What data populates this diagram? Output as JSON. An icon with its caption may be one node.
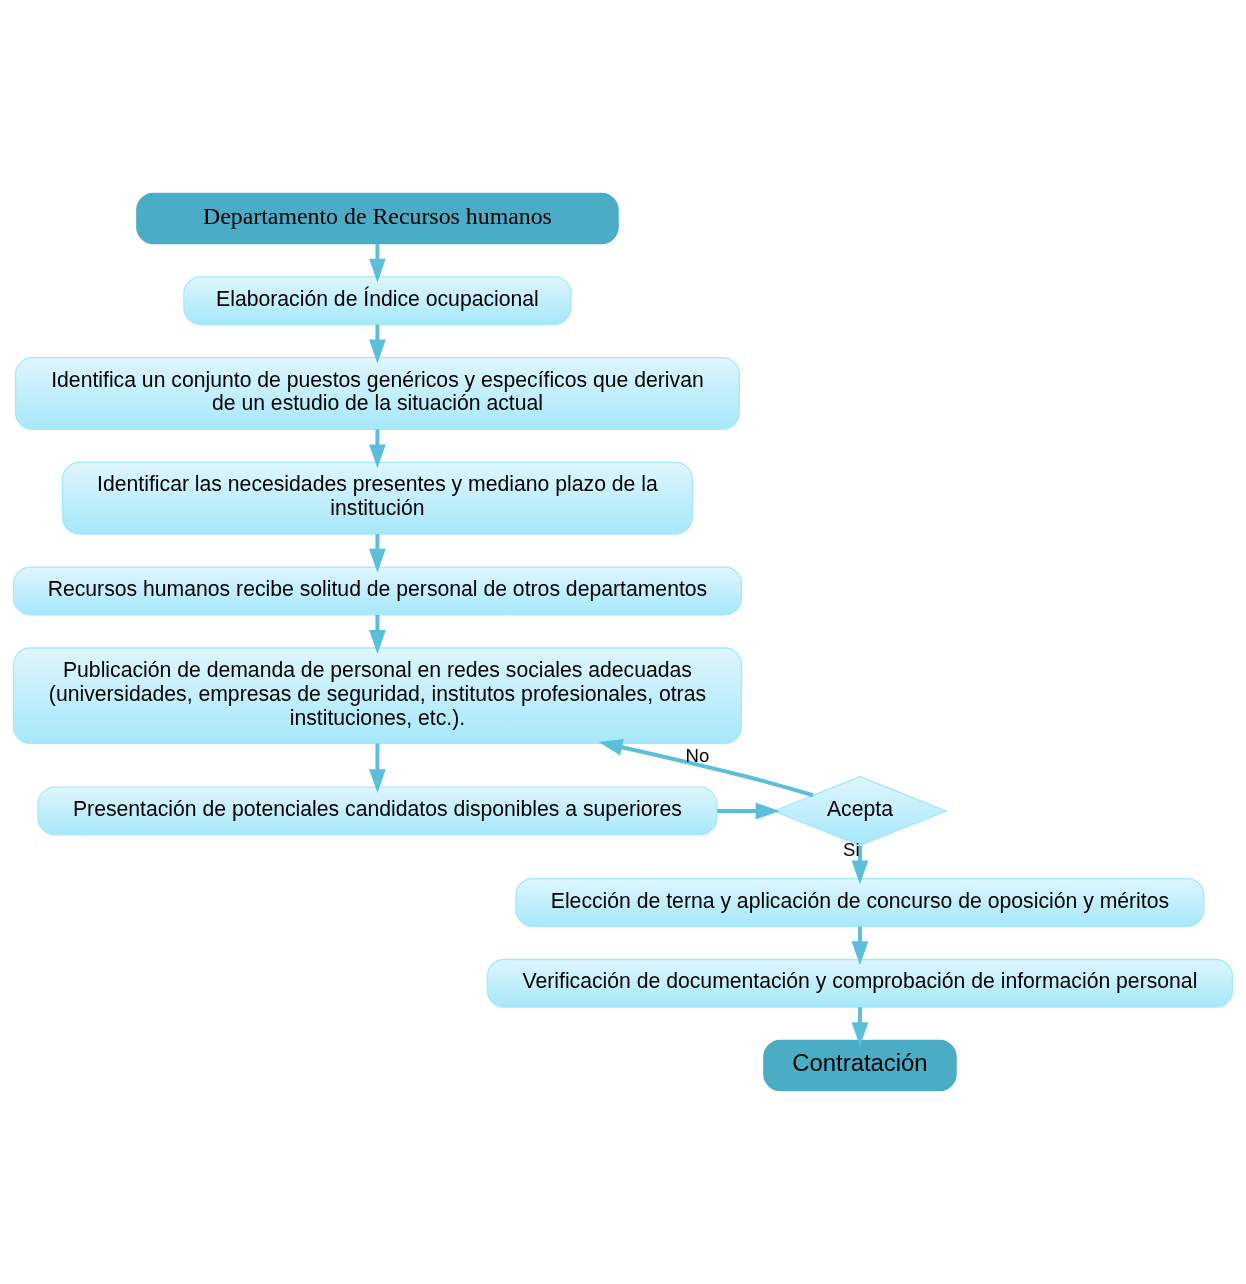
{
  "diagram": {
    "nodes": [
      {
        "text": [
          "Departamento de Recursos humanos"
        ]
      },
      {
        "text": [
          "Elaboración de Índice ocupacional"
        ]
      },
      {
        "text": [
          "Identifica un conjunto de puestos genéricos y específicos que derivan de un estudio de la situación actual"
        ]
      },
      {
        "text": [
          "Identificar las necesidades presentes y mediano plazo de la institución"
        ]
      },
      {
        "text": [
          "Recursos humanos recibe solitud de personal de otros departamentos"
        ]
      },
      {
        "text": [
          "Publicación de demanda de personal en redes sociales adecuadas (universidades, empresas de seguridad, institutos profesionales, otras instituciones, etc.)."
        ]
      },
      {
        "text": [
          "Presentación de potenciales candidatos disponibles a superiores"
        ]
      },
      {
        "text": [
          "Acepta"
        ]
      },
      {
        "text": [
          "Elección de terna y aplicación de concurso de oposición y méritos"
        ]
      },
      {
        "text": [
          "Verificación de documentación y comprobación de información personal"
        ]
      },
      {
        "text": [
          "Contratación"
        ]
      }
    ],
    "edges": [
      {
        "from": 0,
        "to": 1,
        "arrow": "to"
      },
      {
        "from": 1,
        "to": 2,
        "arrow": "to"
      },
      {
        "from": 2,
        "to": 3,
        "arrow": "to"
      },
      {
        "from": 3,
        "to": 4,
        "arrow": "to"
      },
      {
        "from": 4,
        "to": 5,
        "arrow": "to"
      },
      {
        "from": 5,
        "to": 6,
        "arrow": "to"
      },
      {
        "from": 6,
        "to": 7,
        "arrow": "to"
      },
      {
        "from": 7,
        "to": 5,
        "arrow": "to",
        "label": "No"
      },
      {
        "from": 7,
        "to": 8,
        "arrow": "to",
        "label": "Si"
      },
      {
        "from": 8,
        "to": 9,
        "arrow": "to"
      },
      {
        "from": 9,
        "to": 10,
        "arrow": "to"
      }
    ]
  }
}
